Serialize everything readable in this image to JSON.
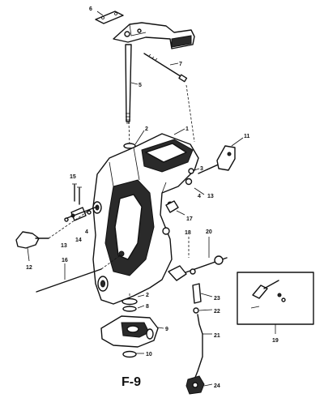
{
  "figure_label": "F-9",
  "callouts": {
    "c1": "1",
    "c2a": "2",
    "c2b": "2",
    "c3": "3",
    "c4a": "4",
    "c4b": "4",
    "c5": "5",
    "c6": "6",
    "c7": "7",
    "c8": "8",
    "c9": "9",
    "c10": "10",
    "c11": "11",
    "c12": "12",
    "c13a": "13",
    "c13b": "13",
    "c14": "14",
    "c15": "15",
    "c16": "16",
    "c17": "17",
    "c18": "18",
    "c19": "19",
    "c20": "20",
    "c21": "21",
    "c22": "22",
    "c23": "23",
    "c24": "24"
  }
}
